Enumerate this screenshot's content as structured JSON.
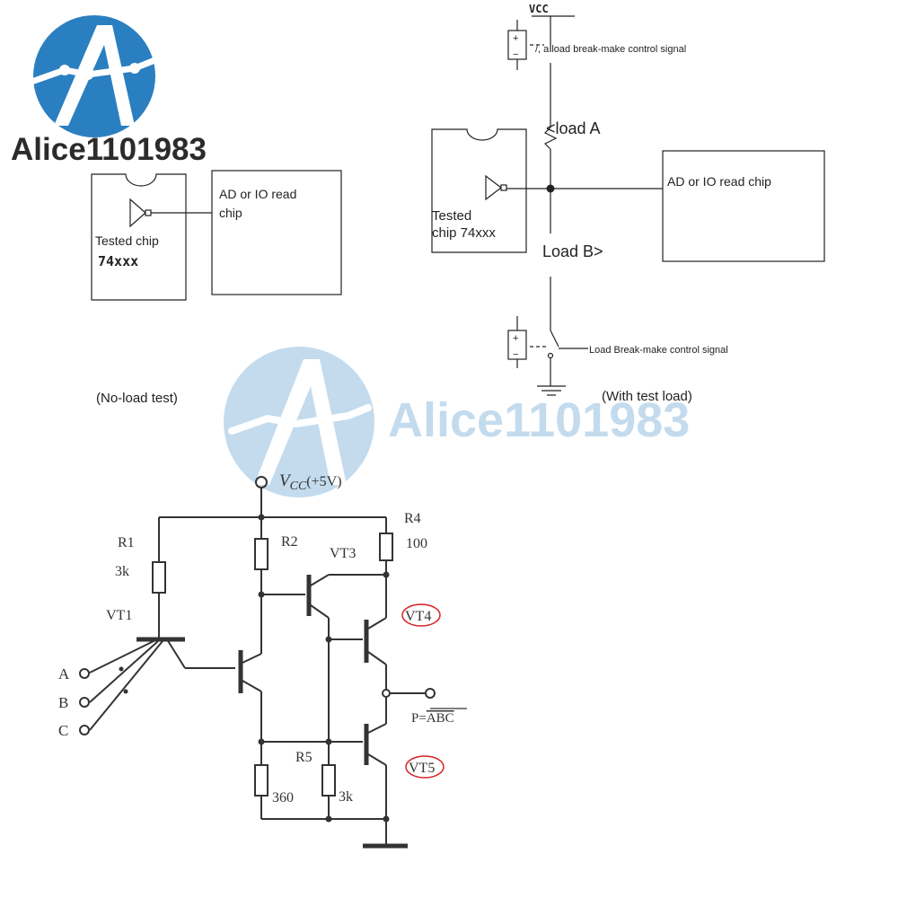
{
  "branding": {
    "name": "Alice1101983",
    "watermark_text": "Alice1101983",
    "logo_color": "#2a7fc0",
    "text_color": "#2b2b2b"
  },
  "no_load": {
    "tested_chip_label": "Tested chip",
    "tested_chip_model": "74xxx",
    "reader_line1": "AD or IO read",
    "reader_line2": "chip",
    "caption": "(No-load test)"
  },
  "with_load": {
    "vcc_label": "VCC",
    "top_control": "/, a load break-make control signal",
    "load_a": "<load A",
    "load_b": "Load B>",
    "tested_chip_line1": "Tested",
    "tested_chip_line2": "chip 74xxx",
    "reader": "AD or IO read chip",
    "bottom_control": "Load Break-make control signal",
    "caption": "(With test load)",
    "battery_plus": "+",
    "battery_minus": "−"
  },
  "ttl_schematic": {
    "vcc_sym": "V",
    "vcc_sub": "CC",
    "vcc_value": "(+5V)",
    "r1_name": "R1",
    "r1_value": "3k",
    "r2_name": "R2",
    "r4_name": "R4",
    "r4_value": "100",
    "r5_name": "R5",
    "r5_value": "3k",
    "r6_value": "360",
    "vt1": "VT1",
    "vt3": "VT3",
    "vt4": "VT4",
    "vt5": "VT5",
    "input_a": "A",
    "input_b": "B",
    "input_c": "C",
    "output_prefix": "P=",
    "output_expr": "ABC",
    "highlight_color": "#d62020"
  }
}
